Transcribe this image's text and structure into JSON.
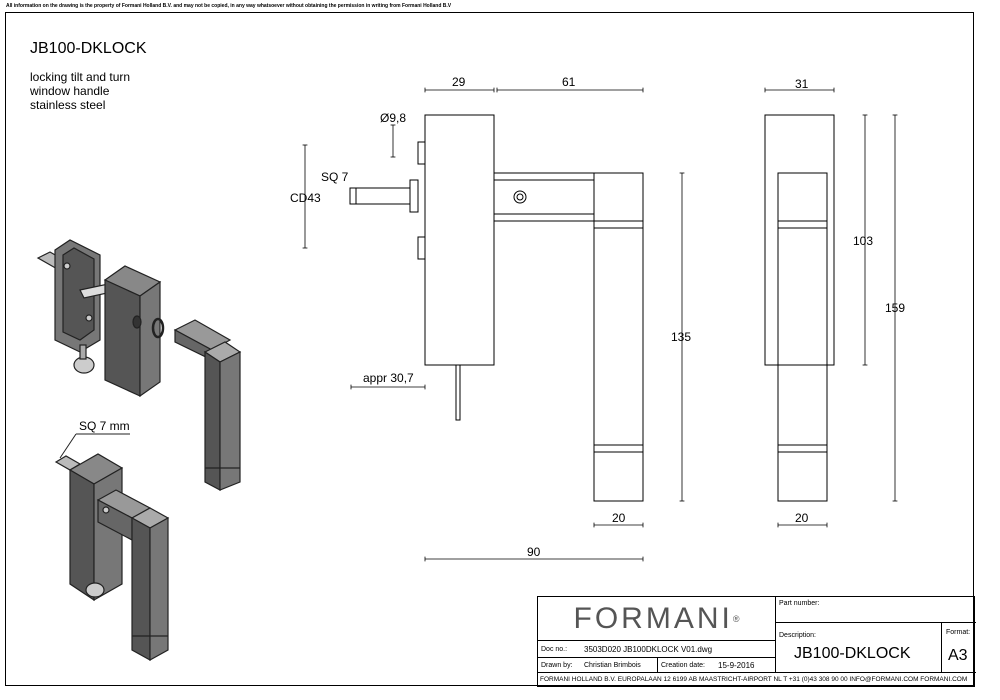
{
  "notice": "All information on the drawing is the property of Formani Holland B.V. and may not be copied, in any way whatsoever without obtaining the permission in writing from Formani Holland B.V",
  "title": "JB100-DKLOCK",
  "description": [
    "locking tilt and turn",
    "window handle",
    "stainless steel"
  ],
  "callout_sq7mm": "SQ 7 mm",
  "dimensions": {
    "d29": "29",
    "d61": "61",
    "d31": "31",
    "d9_8": "Ø9,8",
    "sq7": "SQ 7",
    "cd43": "CD43",
    "d103": "103",
    "d159": "159",
    "d135": "135",
    "appr": "appr 30,7",
    "d20a": "20",
    "d20b": "20",
    "d90": "90"
  },
  "title_block": {
    "logo": "FORMANI",
    "logo_mark": "®",
    "part_number_label": "Part number:",
    "description_label": "Description:",
    "description_value": "JB100-DKLOCK",
    "format_label": "Format:",
    "format_value": "A3",
    "doc_no_label": "Doc no.:",
    "doc_no_value": "3503D020 JB100DKLOCK V01.dwg",
    "drawn_by_label": "Drawn by:",
    "drawn_by_value": "Christian Brimbois",
    "creation_date_label": "Creation date:",
    "creation_date_value": "15-9-2016",
    "footer": "FORMANI HOLLAND B.V.  EUROPALAAN 12  6199 AB MAASTRICHT-AIRPORT NL  T +31 (0)43 308 90 00 INFO@FORMANI.COM FORMANI.COM"
  }
}
